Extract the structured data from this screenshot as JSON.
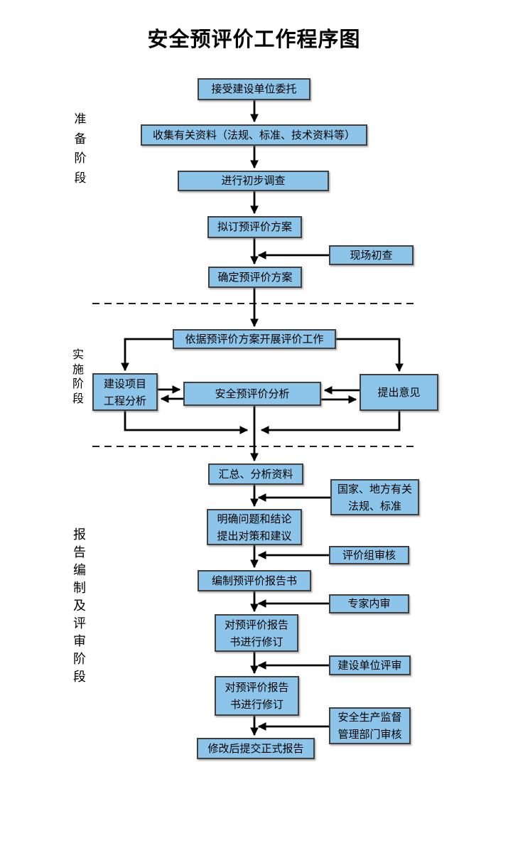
{
  "title": "安全预评价工作程序图",
  "colors": {
    "box_fill": "#8CC5E9",
    "box_border": "#404040",
    "line": "#000000",
    "text": "#000000"
  },
  "stages": {
    "prep": "准备阶段",
    "impl": "实施阶段",
    "report": "报告编制及评审阶段"
  },
  "nodes": {
    "accept": "接受建设单位委托",
    "collect": "收集有关资料（法规、标准、技术资料等）",
    "survey": "进行初步调查",
    "draft_plan": "拟订预评价方案",
    "site_check": "现场初查",
    "confirm_plan": "确定预评价方案",
    "carry_out": "依据预评价方案开展评价工作",
    "project_analysis": [
      "建设项目",
      "工程分析"
    ],
    "safety_analysis": "安全预评价分析",
    "opinions": "提出意见",
    "summarize": "汇总、分析资料",
    "laws": [
      "国家、地方有关",
      "法规、标准"
    ],
    "clarify": [
      "明确问题和结论",
      "提出对策和建议"
    ],
    "review_group": "评价组审核",
    "compile_report": "编制预评价报告书",
    "expert_review": "专家内审",
    "revise_1": [
      "对预评价报告",
      "书进行修订"
    ],
    "owner_review": "建设单位评审",
    "revise_2": [
      "对预评价报告",
      "书进行修订"
    ],
    "gov_review": [
      "安全生产监督",
      "管理部门审核"
    ],
    "final_report": "修改后提交正式报告"
  }
}
